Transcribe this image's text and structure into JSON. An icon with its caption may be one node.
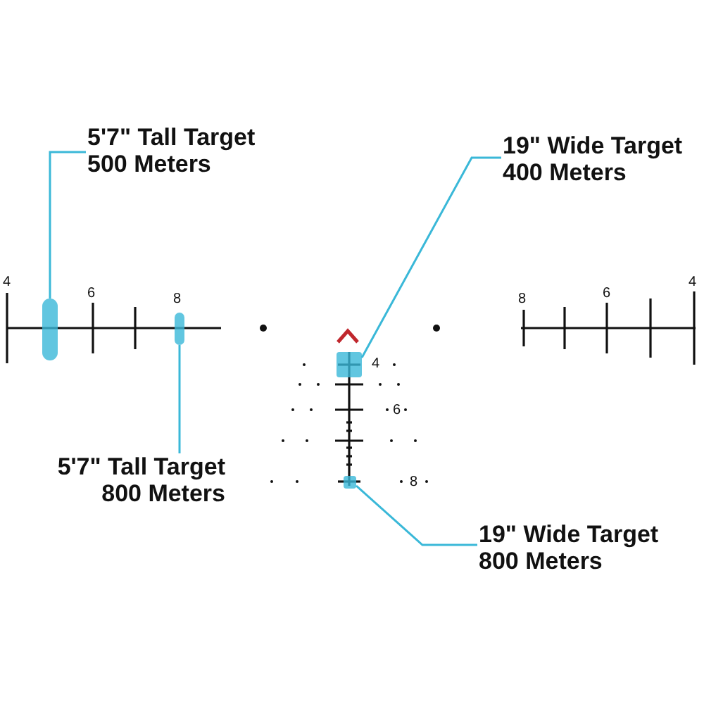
{
  "diagram": {
    "nodes": [
      {
        "text": [
          "5'7\" Tall Target 500 Meters"
        ]
      },
      {
        "text": [
          "19\" Wide Target 400 Meters"
        ]
      },
      {
        "text": [
          "5'7\" Tall Target 800 Meters"
        ]
      },
      {
        "text": [
          "19\" Wide Target 800 Meters"
        ]
      },
      {
        "text": [],
        "shape": "bar"
      },
      {
        "text": [],
        "shape": "bar"
      },
      {
        "text": [],
        "shape": "box"
      },
      {
        "text": [],
        "shape": "box"
      }
    ],
    "edges": [
      {
        "from": 0,
        "to": 4,
        "arrow": "none"
      },
      {
        "from": 1,
        "to": 6,
        "arrow": "none"
      },
      {
        "from": 2,
        "to": 5,
        "arrow": "none"
      },
      {
        "from": 3,
        "to": 7,
        "arrow": "none"
      }
    ],
    "labels": [
      "4",
      "6",
      "8",
      "8",
      "6",
      "4",
      "4",
      "6",
      "8"
    ]
  }
}
